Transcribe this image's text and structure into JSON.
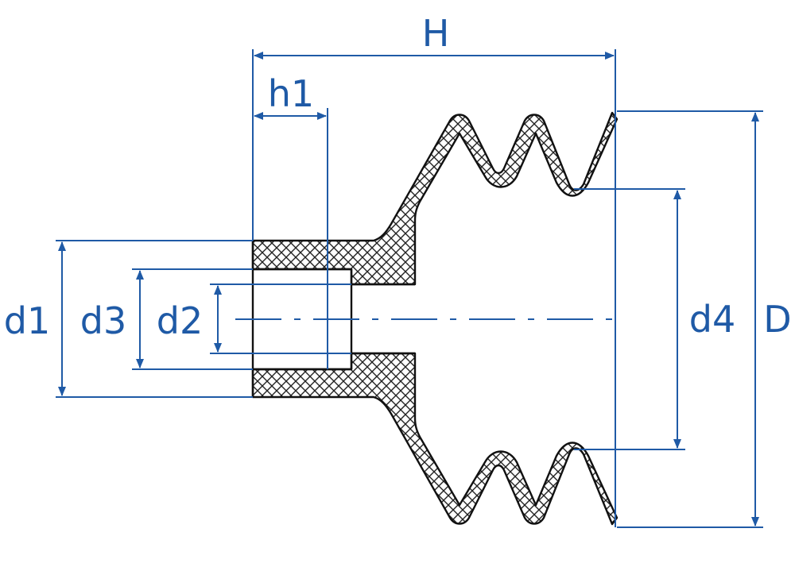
{
  "labels": {
    "H": "H",
    "h1": "h1",
    "d1": "d1",
    "d3": "d3",
    "d2": "d2",
    "d4": "d4",
    "D": "D"
  },
  "colors": {
    "dimension": "#1f5aa6",
    "outline": "#111111",
    "hatch": "#222222",
    "background": "#ffffff"
  },
  "icons": {
    "part": "suction-cup-bellows-cross-section"
  }
}
